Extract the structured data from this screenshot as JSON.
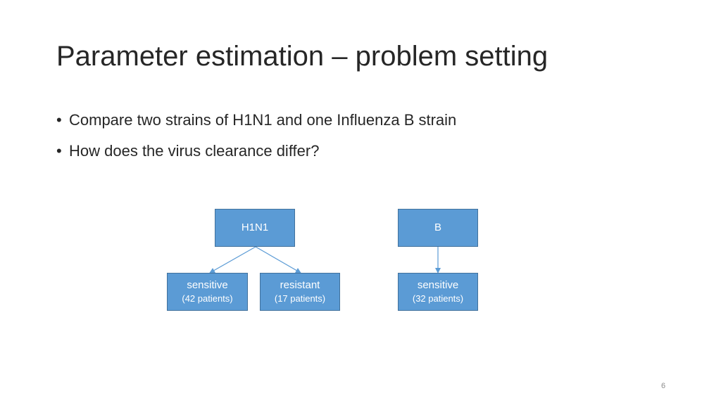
{
  "slide": {
    "title": "Parameter estimation – problem setting",
    "bullets": [
      "Compare two strains of H1N1 and one Influenza B strain",
      "How does the virus clearance differ?"
    ],
    "page_number": "6"
  },
  "diagram": {
    "h1n1": {
      "label": "H1N1"
    },
    "b": {
      "label": "B"
    },
    "h1n1_sensitive": {
      "label": "sensitive",
      "patients": "(42 patients)"
    },
    "h1n1_resistant": {
      "label": "resistant",
      "patients": "(17 patients)"
    },
    "b_sensitive": {
      "label": "sensitive",
      "patients": "(32 patients)"
    },
    "colors": {
      "box_fill": "#5b9bd5",
      "box_border": "#41719c",
      "arrow": "#5b9bd5"
    }
  }
}
